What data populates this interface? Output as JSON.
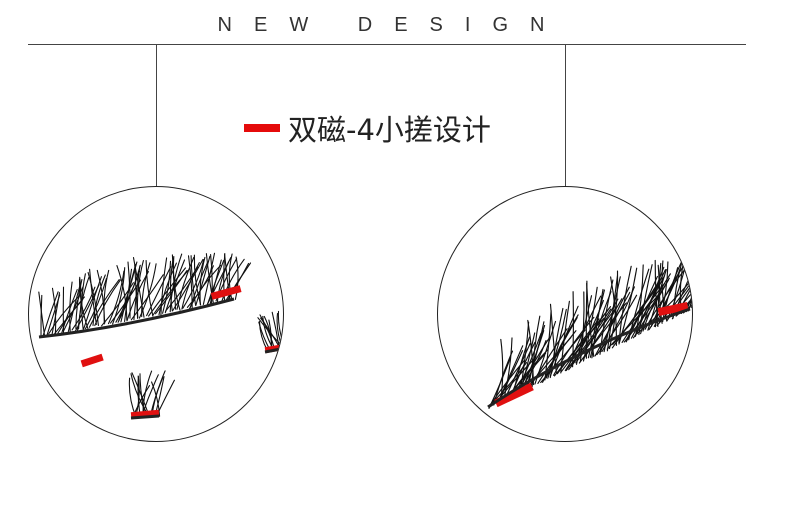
{
  "header": {
    "title": "NEW DESIGN"
  },
  "feature": {
    "label": "双磁-4小搓设计",
    "accent_color": "#e50b0b"
  },
  "images": {
    "left": "eyelash-set-four-pieces",
    "right": "eyelash-strip-assembled"
  }
}
